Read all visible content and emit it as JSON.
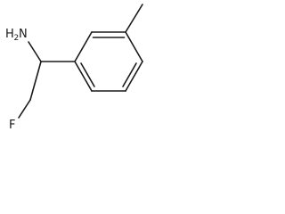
{
  "molecule": {
    "labels": {
      "amine_n": "N",
      "amine_h": "H",
      "amine_h_count": "2",
      "fluorine": "F"
    }
  }
}
